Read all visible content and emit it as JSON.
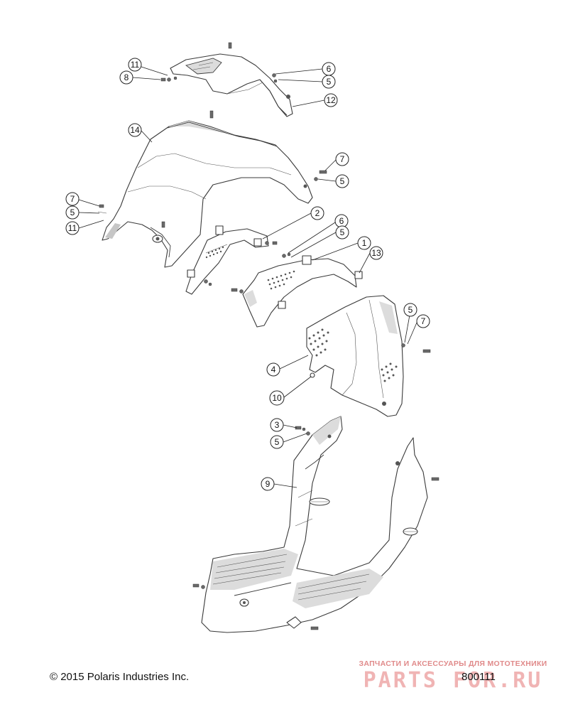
{
  "footer": {
    "copyright": "© 2015 Polaris Industries Inc.",
    "diagram_number": "800111"
  },
  "watermark": {
    "tagline": "ЗАПЧАСТИ И АКСЕССУАРЫ ДЛЯ МОТОТЕХНИКИ",
    "brand": "PARTS FOR.RU"
  },
  "callouts": [
    "11",
    "8",
    "6",
    "5",
    "12",
    "14",
    "7",
    "5",
    "7",
    "5",
    "11",
    "2",
    "6",
    "5",
    "1",
    "13",
    "5",
    "7",
    "4",
    "10",
    "3",
    "5",
    "9"
  ]
}
